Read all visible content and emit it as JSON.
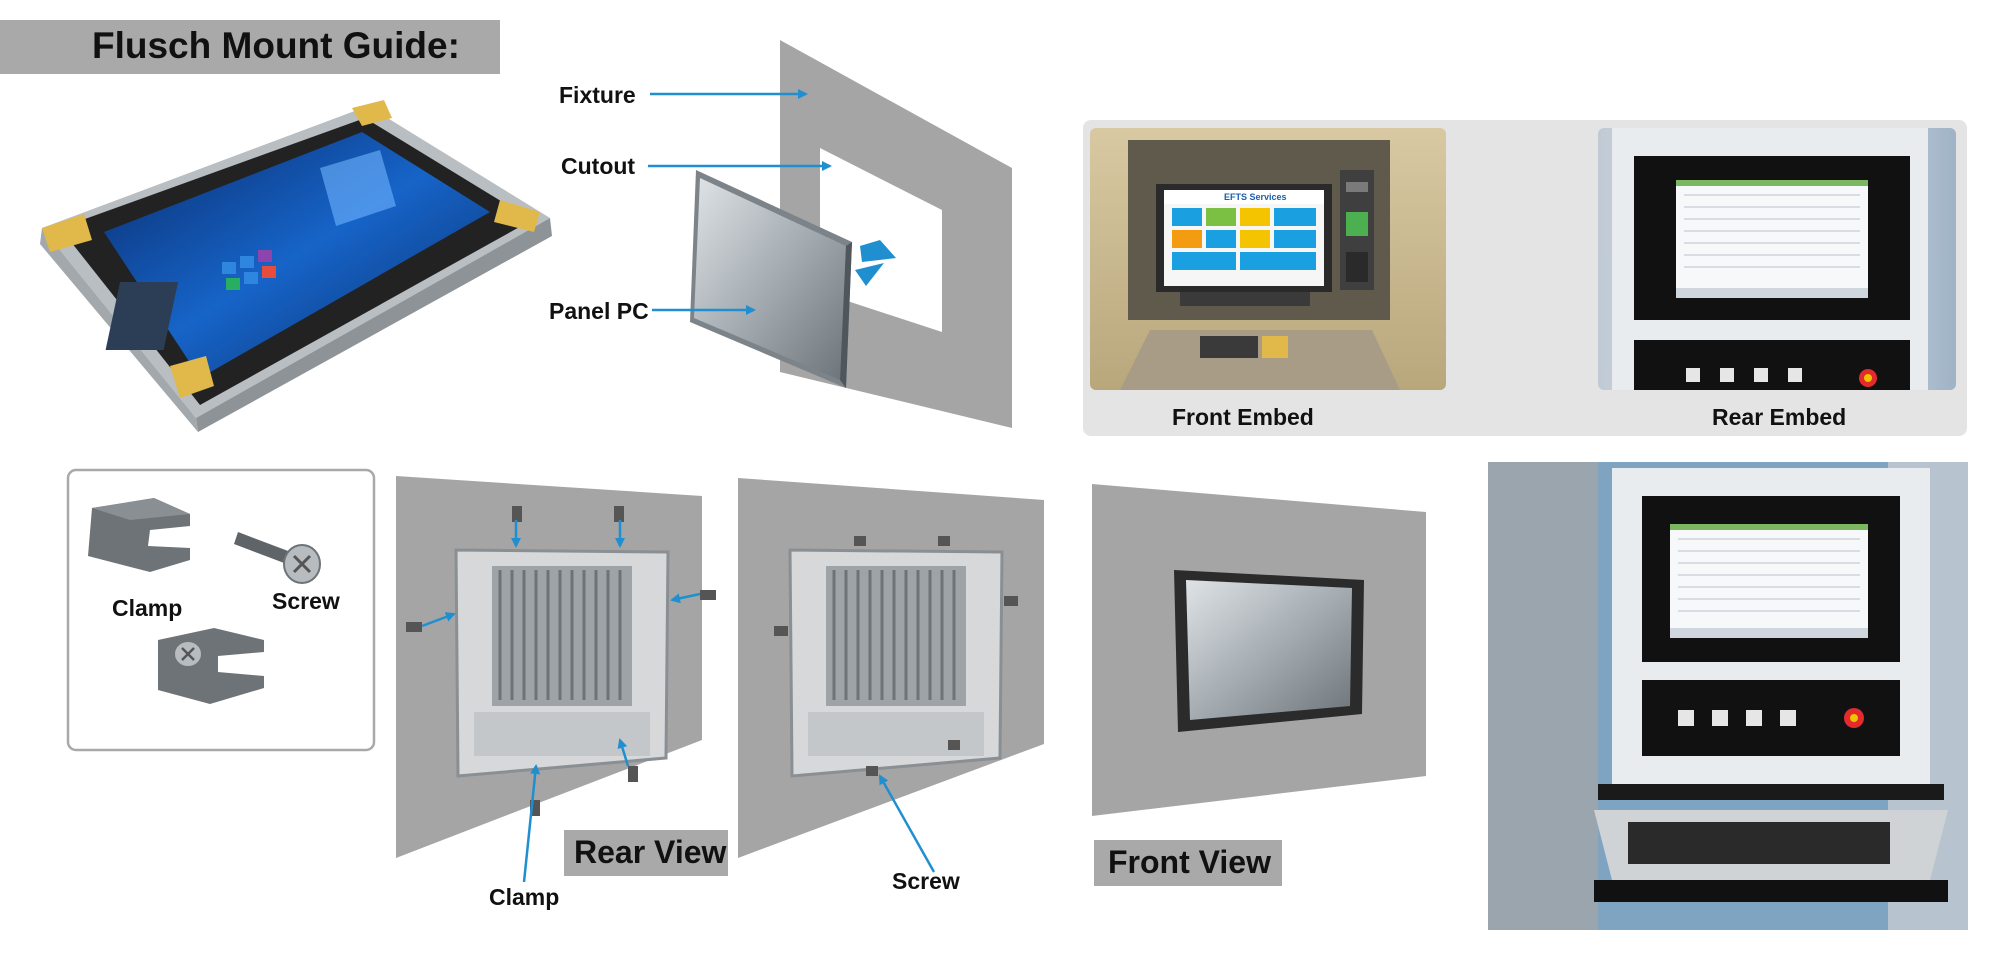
{
  "header": {
    "title": "Flusch Mount Guide:"
  },
  "exploded_view": {
    "labels": {
      "fixture": "Fixture",
      "cutout": "Cutout",
      "panel_pc": "Panel PC"
    }
  },
  "embed_examples": {
    "front": {
      "label": "Front Embed"
    },
    "rear": {
      "label": "Rear Embed"
    },
    "atm_screen": {
      "title": "EFTS Services"
    }
  },
  "parts": {
    "clamp": "Clamp",
    "screw": "Screw"
  },
  "rear_view": {
    "tag": "Rear View",
    "clamp_label": "Clamp",
    "screw_label": "Screw"
  },
  "front_view": {
    "tag": "Front View"
  },
  "colors": {
    "arrow_blue": "#1f8fd0",
    "wall_gray": "#a5a5a5",
    "tag_gray": "#a9a9a9",
    "panel_bg": "#e4e4e4"
  },
  "icons": [
    "arrow-icon",
    "clamp-icon",
    "screw-icon",
    "emergency-stop-icon"
  ]
}
